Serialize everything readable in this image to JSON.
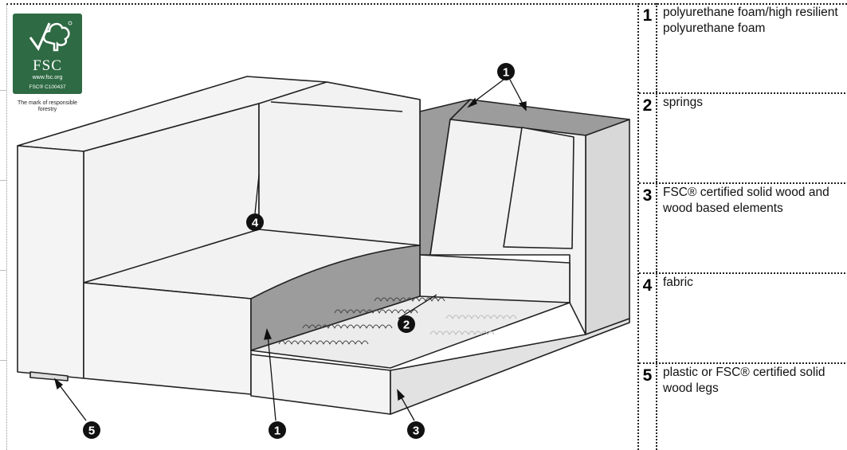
{
  "logo": {
    "brand": "FSC",
    "url": "www.fsc.org",
    "license": "FSC® C100437",
    "tagline": "The mark of responsible forestry"
  },
  "callouts": {
    "foam_top": "1",
    "fabric": "4",
    "springs": "2",
    "foam_seat": "1",
    "wood": "3",
    "legs": "5"
  },
  "legend": [
    {
      "number": "1",
      "label": "polyurethane foam/high resilient polyurethane foam"
    },
    {
      "number": "2",
      "label": "springs"
    },
    {
      "number": "3",
      "label": "FSC® certified solid wood and wood based elements"
    },
    {
      "number": "4",
      "label": "fabric"
    },
    {
      "number": "5",
      "label": "plastic or FSC® certified solid wood legs"
    }
  ]
}
